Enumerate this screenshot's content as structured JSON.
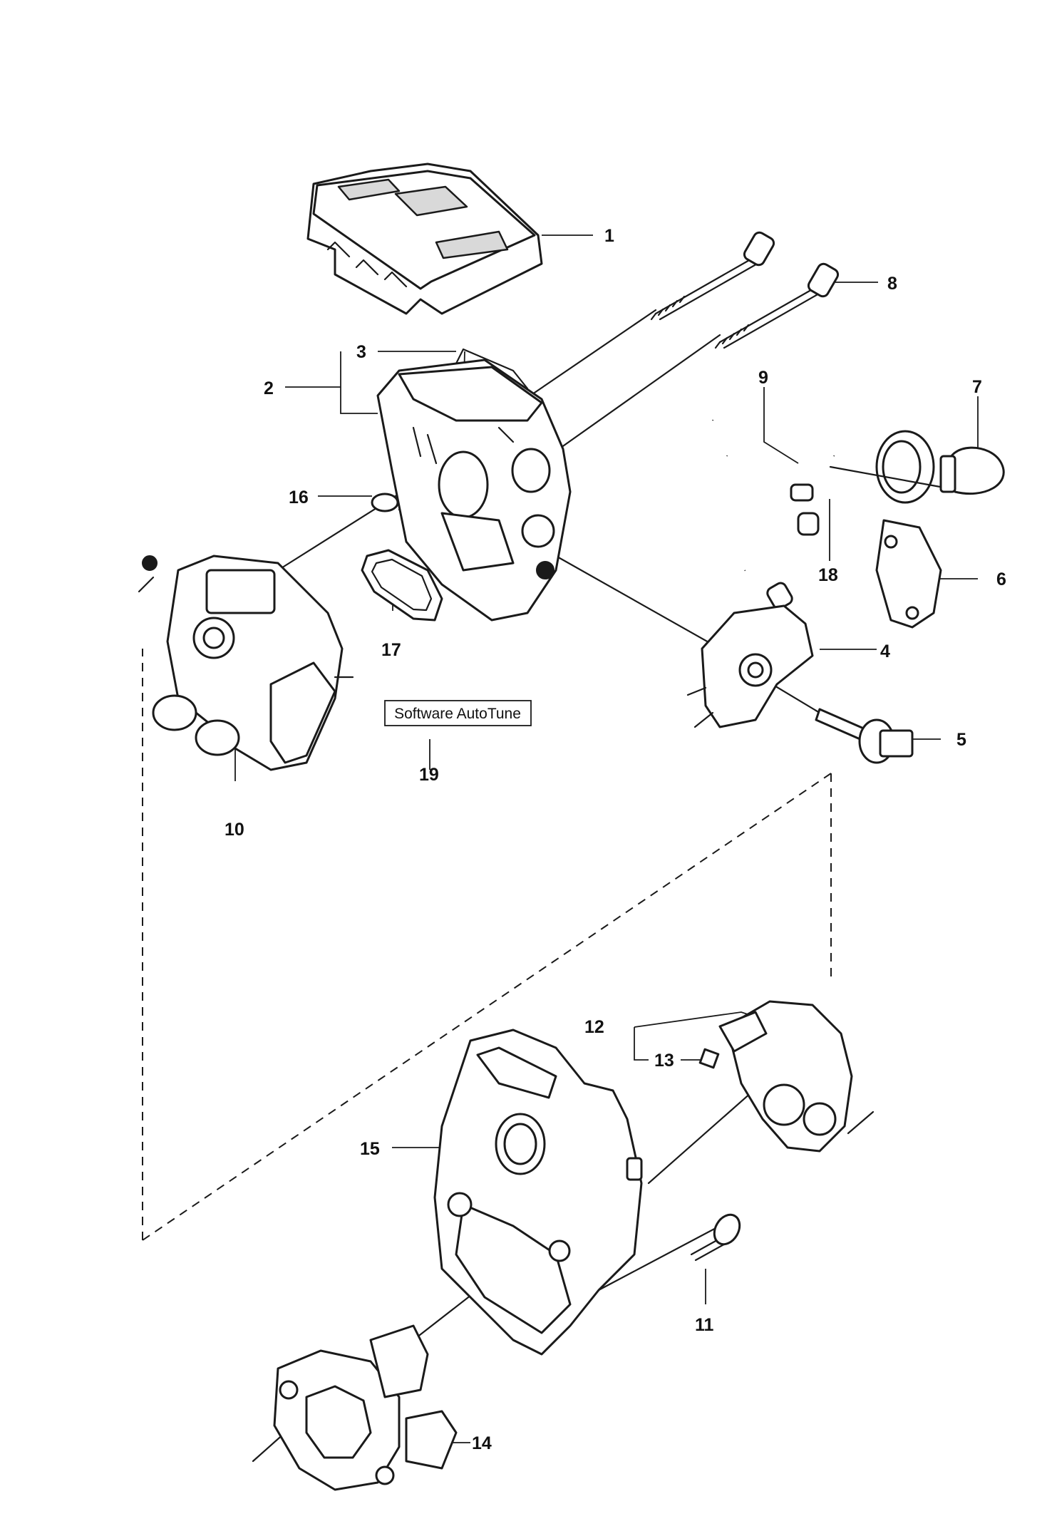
{
  "callouts": {
    "c1": "1",
    "c2": "2",
    "c3": "3",
    "c4": "4",
    "c5": "5",
    "c6": "6",
    "c7": "7",
    "c8": "8",
    "c9": "9",
    "c10": "10",
    "c11": "11",
    "c12": "12",
    "c13": "13",
    "c14": "14",
    "c15": "15",
    "c16": "16",
    "c17": "17",
    "c18": "18",
    "c19": "19"
  },
  "software_box_label": "Software AutoTune"
}
